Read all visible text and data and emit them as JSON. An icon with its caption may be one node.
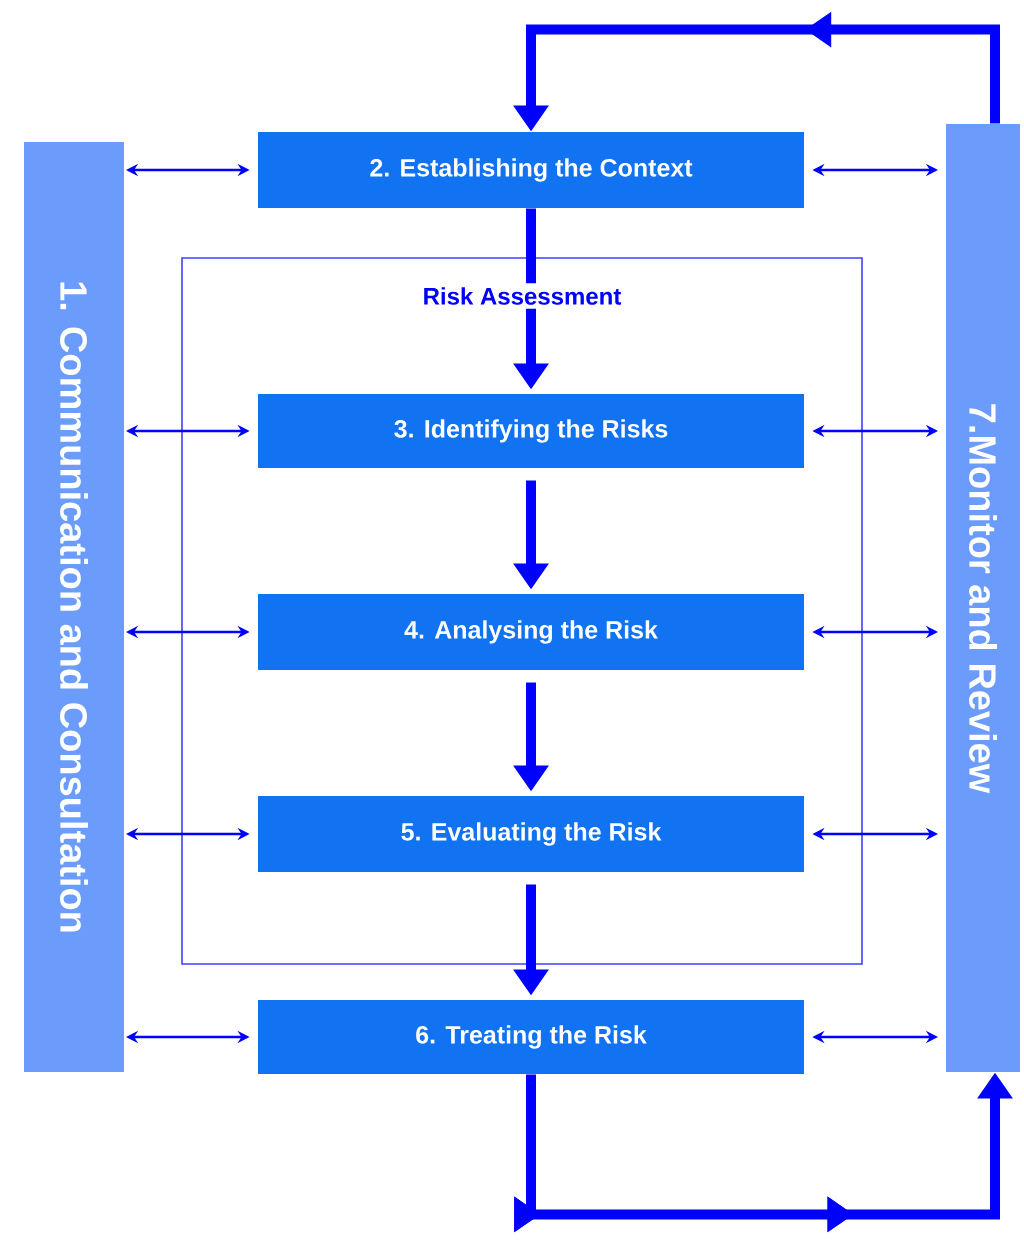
{
  "diagram": {
    "nodes": [
      {
        "text": [
          "1. Communication and Consultation"
        ]
      },
      {
        "text": [
          "2. Establishing the Context"
        ]
      },
      {
        "text": [
          "Risk Assessment"
        ]
      },
      {
        "text": [
          "3. Identifying the Risks"
        ],
        "in": 2
      },
      {
        "text": [
          "4. Analysing the Risk"
        ],
        "in": 2
      },
      {
        "text": [
          "5. Evaluating the Risk"
        ],
        "in": 2
      },
      {
        "text": [
          "6. Treating the Risk"
        ]
      },
      {
        "text": [
          "7.Monitor and Review"
        ]
      }
    ],
    "edges": [
      {
        "from": 0,
        "to": 1,
        "arrow": "both"
      },
      {
        "from": 0,
        "to": 3,
        "arrow": "both"
      },
      {
        "from": 0,
        "to": 4,
        "arrow": "both"
      },
      {
        "from": 0,
        "to": 5,
        "arrow": "both"
      },
      {
        "from": 0,
        "to": 6,
        "arrow": "both"
      },
      {
        "from": 1,
        "to": 7,
        "arrow": "both"
      },
      {
        "from": 3,
        "to": 7,
        "arrow": "both"
      },
      {
        "from": 4,
        "to": 7,
        "arrow": "both"
      },
      {
        "from": 5,
        "to": 7,
        "arrow": "both"
      },
      {
        "from": 6,
        "to": 7,
        "arrow": "both"
      },
      {
        "from": 1,
        "to": 3,
        "arrow": "to",
        "style": "thick"
      },
      {
        "from": 3,
        "to": 4,
        "arrow": "to",
        "style": "thick"
      },
      {
        "from": 4,
        "to": 5,
        "arrow": "to",
        "style": "thick"
      },
      {
        "from": 5,
        "to": 6,
        "arrow": "to",
        "style": "thick"
      },
      {
        "from": 6,
        "to": 7,
        "arrow": "to",
        "style": "thick"
      },
      {
        "from": 7,
        "to": 1,
        "arrow": "to",
        "style": "thick"
      }
    ]
  }
}
